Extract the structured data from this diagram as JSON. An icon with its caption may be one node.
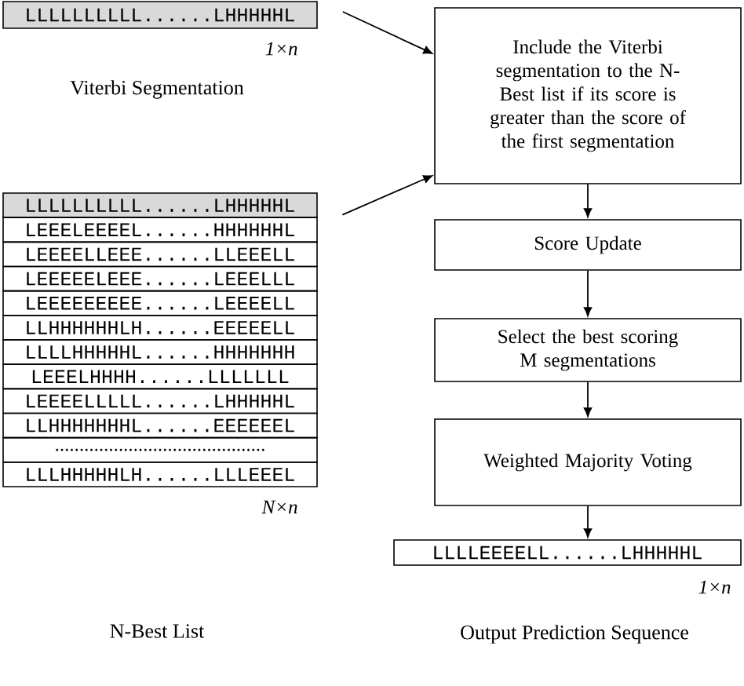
{
  "diagram": {
    "nodes": [
      {
        "text": [
          "LLLLLLLLLL......LHHHHHL"
        ],
        "beside": [
          "1×n"
        ]
      },
      {
        "text": [
          "LLLLLLLLLL......LHHHHHL",
          "LEEELEEEEL......HHHHHHL",
          "LEEEELLEEE......LLEEELL",
          "LEEEEELEEE......LEEELLL",
          "LEEEEEEEEE......LEEEELL",
          "LLHHHHHHLH......EEEEELL",
          "LLLLHHHHHL......HHHHHHH",
          "LEEELHHHH......LLLLLLL",
          "LEEEELLLLL......LHHHHHL",
          "LLHHHHHHHL......EEEEEEL",
          "...........................................",
          "LLLHHHHHLH......LLLEEEL"
        ],
        "beside": [
          "N×n"
        ]
      },
      {
        "text": [
          "Include the Viterbi segmentation to the N-Best list if its score is greater than the score of the first segmentation"
        ]
      },
      {
        "text": [
          "Score Update"
        ]
      },
      {
        "text": [
          "Select the best scoring M segmentations"
        ]
      },
      {
        "text": [
          "Weighted Majority Voting"
        ]
      },
      {
        "text": [
          "LLLLEEEELL......LHHHHHL"
        ],
        "beside": [
          "1×n"
        ]
      }
    ],
    "labels": [
      "Viterbi Segmentation",
      "N-Best List",
      "Output Prediction Sequence"
    ],
    "edges": [
      {
        "from": 0,
        "to": 2,
        "arrow": "to"
      },
      {
        "from": 1,
        "to": 2,
        "arrow": "to"
      },
      {
        "from": 2,
        "to": 3,
        "arrow": "to"
      },
      {
        "from": 3,
        "to": 4,
        "arrow": "to"
      },
      {
        "from": 4,
        "to": 5,
        "arrow": "to"
      },
      {
        "from": 5,
        "to": 6,
        "arrow": "to"
      }
    ]
  }
}
